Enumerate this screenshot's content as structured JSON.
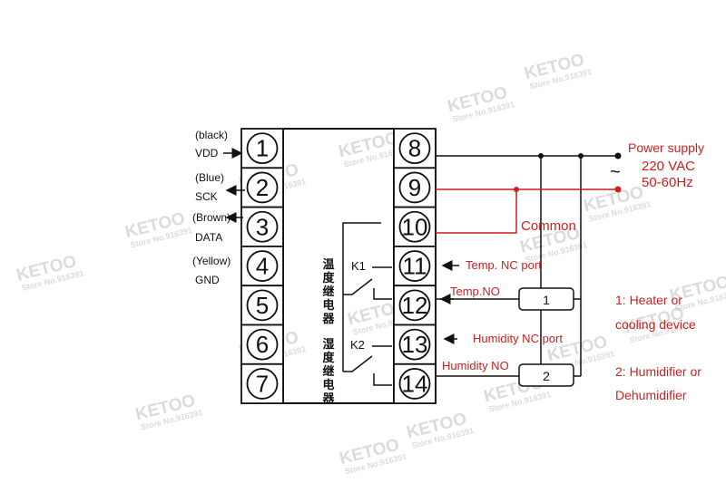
{
  "watermark": {
    "brand": "KETOO",
    "store": "Store No.916391"
  },
  "terminals_left": [
    "1",
    "2",
    "3",
    "4",
    "5",
    "6",
    "7"
  ],
  "terminals_right": [
    "8",
    "9",
    "10",
    "11",
    "12",
    "13",
    "14"
  ],
  "sensor_wires": [
    {
      "color": "(black)",
      "signal": "VDD"
    },
    {
      "color": "(Blue)",
      "signal": "SCK"
    },
    {
      "color": "(Brown)",
      "signal": "DATA"
    },
    {
      "color": "(Yellow)",
      "signal": "GND"
    }
  ],
  "relays": {
    "k1": "K1",
    "k2": "K2",
    "temp_relay_chars": [
      "温",
      "度",
      "继",
      "电",
      "器"
    ],
    "humidity_relay_chars": [
      "湿",
      "度",
      "继",
      "电",
      "器"
    ]
  },
  "ports": {
    "temp_nc": "Temp. NC port",
    "temp_no": "Temp.NO",
    "humidity_nc": "Humidity NC port",
    "humidity_no": "Humidity NO"
  },
  "power": {
    "title": "Power supply",
    "voltage": "220 VAC",
    "frequency": "50-60Hz",
    "common": "Common",
    "ac_symbol": "~"
  },
  "loads": {
    "box1": "1",
    "box2": "2",
    "desc1_line1": "1: Heater or",
    "desc1_line2": "cooling device",
    "desc2_line1": "2: Humidifier or",
    "desc2_line2": "Dehumidifier"
  },
  "colors": {
    "wire_black": "#111111",
    "wire_red": "#cc1f1f"
  }
}
